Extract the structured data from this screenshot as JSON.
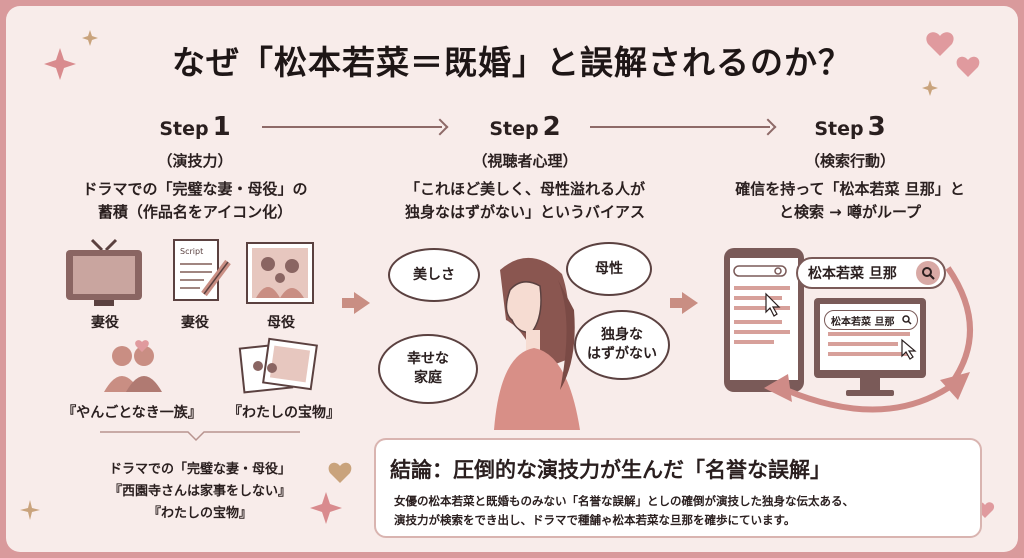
{
  "title": "なぜ「松本若菜＝既婚」と誤解されるのか？",
  "steps": [
    {
      "label": "Step",
      "num": "1",
      "sub": "（演技力）",
      "desc1": "ドラマでの「完璧な妻・母役」の",
      "desc2": "蓄積（作品名をアイコン化）"
    },
    {
      "label": "Step",
      "num": "2",
      "sub": "（視聴者心理）",
      "desc1": "「これほど美しく、母性溢れる人が",
      "desc2": "独身なはずがない」というバイアス"
    },
    {
      "label": "Step",
      "num": "3",
      "sub": "（検索行動）",
      "desc1": "確信を持って「松本若菜 旦那」と",
      "desc2": "と検索 → 噂がループ"
    }
  ],
  "step1": {
    "icons": [
      "妻役",
      "妻役",
      "母役"
    ],
    "script_label": "Script",
    "works": [
      "『やんごとなき一族』",
      "『わたしの宝物』"
    ],
    "note": [
      "ドラマでの「完璧な妻・母役」",
      "『西園寺さんは家事をしない』",
      "『わたしの宝物』"
    ]
  },
  "step2": {
    "bubbles": [
      "美しさ",
      "母性",
      "独身な\nはずがない",
      "幸せな\n家庭"
    ]
  },
  "step3": {
    "search_query": "松本若菜 旦那",
    "search_query_small": "松本若菜 旦那"
  },
  "conclusion": {
    "title": "結論：圧倒的な演技力が生んだ「名誉な誤解」",
    "body1": "女優の松本若菜と既婚ものみない「名誉な誤解」としの確倒が演技した独身な伝太ある、",
    "body2": "演技力が検索をでき出し、ドラマで種舗ゃ松本若菜な旦那を確歩にています。"
  },
  "colors": {
    "accent": "#c98e83",
    "frame": "#d99a9c",
    "bg": "#f8ecea"
  }
}
